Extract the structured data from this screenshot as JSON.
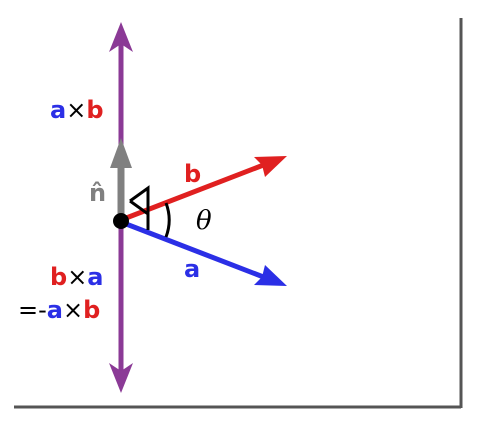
{
  "colors": {
    "vector_a": "#2b2fe6",
    "vector_b": "#e02020",
    "normal": "#808080",
    "cross_axis": "#8b3a96",
    "ink": "#000000",
    "frame_shadow": "#555555"
  },
  "labels": {
    "a": "a",
    "b": "b",
    "n_hat": "n̂",
    "theta": "θ",
    "times": "×",
    "neg_prefix": "=-"
  }
}
